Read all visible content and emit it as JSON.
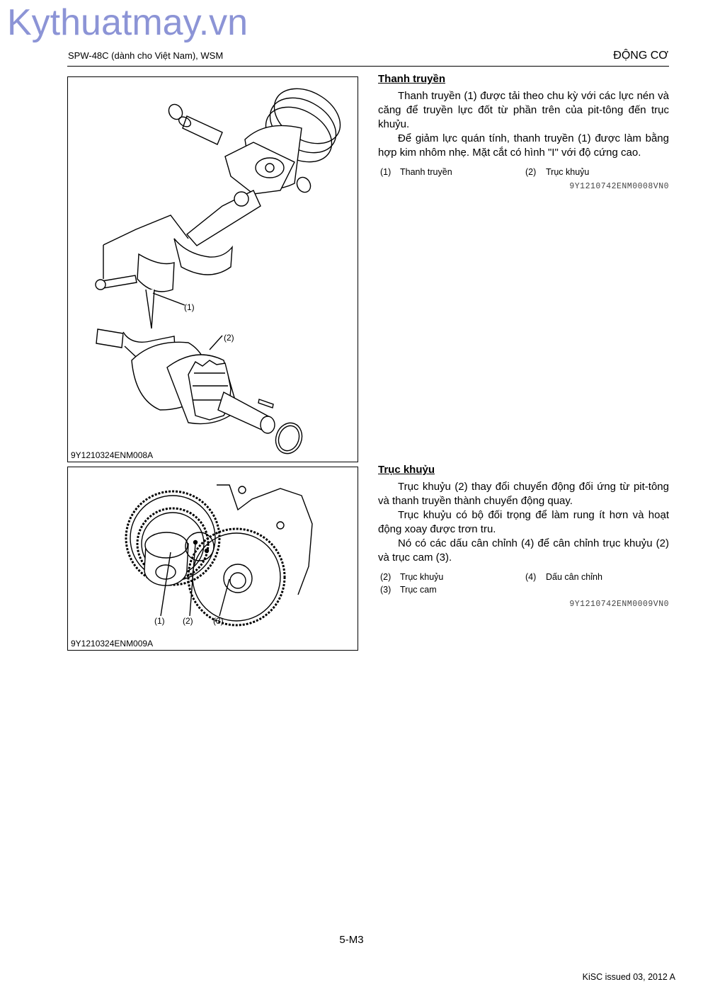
{
  "watermark": "Kythuatmay.vn",
  "header": {
    "left": "SPW-48C (dành cho Việt Nam), WSM",
    "right": "ĐỘNG CƠ"
  },
  "figure1": {
    "code": "9Y1210324ENM008A",
    "labels": [
      "(1)",
      "(2)"
    ]
  },
  "figure2": {
    "code": "9Y1210324ENM009A",
    "labels": [
      "(1)",
      "(2)",
      "(3)"
    ]
  },
  "section1": {
    "title": "Thanh truyền",
    "paragraphs": [
      "Thanh truyền (1) được tải theo chu kỳ với các lực nén và căng để truyền lực đốt từ phần trên của pit-tông đến trục khuỷu.",
      "Để giảm lực quán tính, thanh truyền (1) được làm bằng hợp kim nhôm nhẹ. Mặt cắt có hình \"I\" với độ cứng cao."
    ],
    "legend": [
      {
        "num": "(1)",
        "text": "Thanh truyền"
      },
      {
        "num": "(2)",
        "text": "Trục khuỷu"
      }
    ],
    "code": "9Y1210742ENM0008VN0"
  },
  "section2": {
    "title": "Trục khuỷu",
    "paragraphs": [
      "Trục khuỷu (2) thay đổi chuyển động đối ứng từ pit-tông và thanh truyền thành chuyển động quay.",
      "Trục khuỷu có bộ đối trọng để làm rung ít hơn và hoạt động xoay được trơn tru.",
      "Nó có các dấu cân chỉnh (4) để cân chỉnh trục khuỷu (2) và trục cam (3)."
    ],
    "legend": [
      {
        "num": "(2)",
        "text": "Trục khuỷu"
      },
      {
        "num": "(4)",
        "text": "Dấu cân chỉnh"
      },
      {
        "num": "(3)",
        "text": "Trục cam"
      }
    ],
    "code": "9Y1210742ENM0009VN0"
  },
  "page_number": "5-M3",
  "footer": "KiSC issued 03, 2012 A"
}
